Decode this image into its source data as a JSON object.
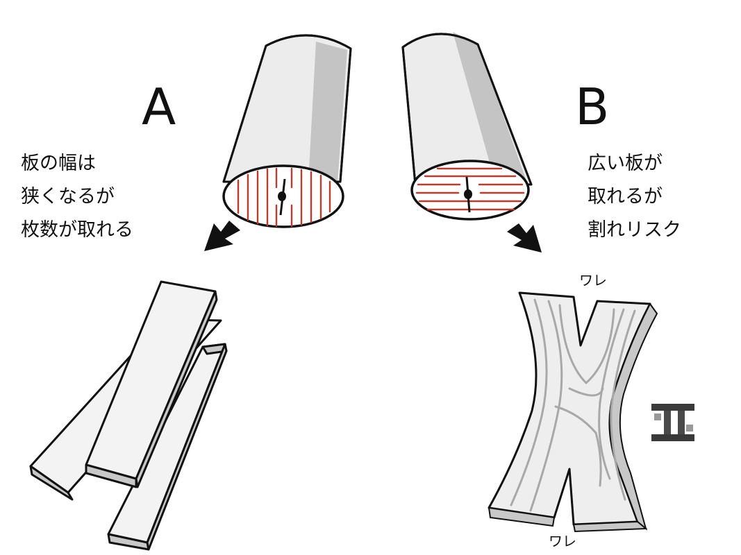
{
  "colors": {
    "outline": "#111111",
    "log_fill": "#ececec",
    "log_shade": "#c4c4c4",
    "board_fill": "#f3f3f3",
    "board_edge": "#c8c8c8",
    "grain_red": "#c0392b",
    "grain_gray": "#a8a8a8"
  },
  "option_a": {
    "label": "A",
    "note_lines": [
      "板の幅は",
      "狭くなるが",
      "枚数が取れる"
    ]
  },
  "option_b": {
    "label": "B",
    "note_lines": [
      "広い板が",
      "取れるが",
      "割れリスク"
    ],
    "crack_label_top": "ワレ",
    "crack_label_bottom": "ワレ"
  },
  "icons": [
    "arrow-icon",
    "watermark-icon"
  ]
}
